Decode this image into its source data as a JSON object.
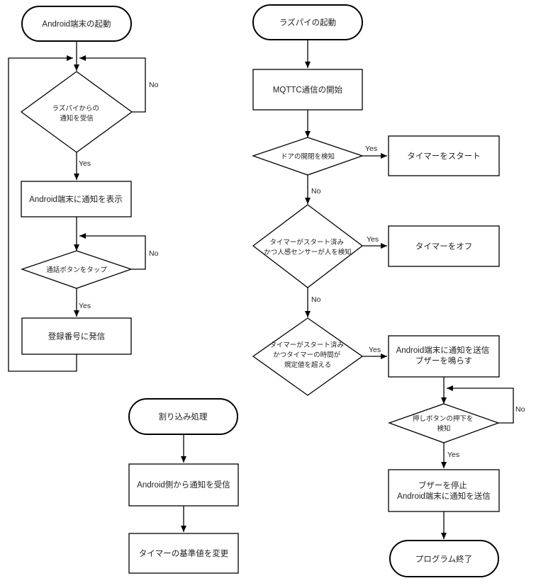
{
  "flow_left": {
    "start": "Android端末の起動",
    "decision_notify": [
      "ラズパイからの",
      "通知を受信"
    ],
    "show_notify": "Android端末に通知を表示",
    "decision_tap": "通話ボタンをタップ",
    "call": "登録番号に発信",
    "yes_1": "Yes",
    "no_1": "No",
    "yes_2": "Yes",
    "no_2": "No"
  },
  "flow_interrupt": {
    "start": "割り込み処理",
    "receive": "Android側から通知を受信",
    "change": "タイマーの基準値を変更"
  },
  "flow_right": {
    "start": "ラズパイの起動",
    "mqtt": "MQTTC通信の開始",
    "decision_door": "ドアの開閉を検知",
    "timer_start": "タイマーをスタート",
    "decision_sensor": [
      "タイマーがスタート済み",
      "かつ人感センサーが人を検知"
    ],
    "timer_off": "タイマーをオフ",
    "decision_limit": [
      "タイマーがスタート済み",
      "かつタイマーの時間が",
      "規定値を超える"
    ],
    "send_notify": [
      "Android端末に通知を送信",
      "ブザーを鳴らす"
    ],
    "decision_button": [
      "押しボタンの押下を",
      "検知"
    ],
    "stop": [
      "ブザーを停止",
      "Android端末に通知を送信"
    ],
    "end": "プログラム終了",
    "yes_door": "Yes",
    "no_door": "No",
    "yes_sensor": "Yes",
    "no_sensor": "No",
    "yes_limit": "Yes",
    "no_button": "No",
    "yes_button": "Yes"
  }
}
